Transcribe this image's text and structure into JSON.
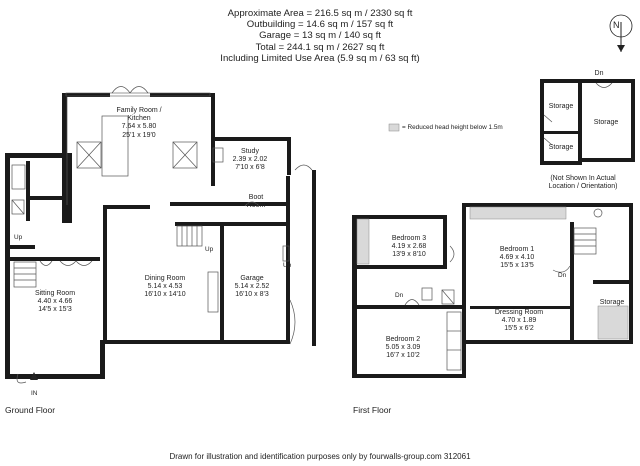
{
  "header": {
    "line1": "Approximate Area = 216.5 sq m / 2330 sq ft",
    "line2": "Outbuilding = 14.6 sq m / 157 sq ft",
    "line3": "Garage = 13 sq m / 140 sq ft",
    "line4": "Total = 244.1 sq m / 2627 sq ft",
    "line5": "Including Limited Use Area (5.9 sq m / 63 sq ft)"
  },
  "compass": {
    "label": "N",
    "icon": "north-arrow-icon"
  },
  "legend": {
    "text": "= Reduced head height below 1.5m"
  },
  "outbuilding": {
    "storage_a": "Storage",
    "storage_b": "Storage",
    "storage_c": "Storage",
    "dn": "Dn",
    "note1": "(Not Shown In Actual",
    "note2": "Location / Orientation)"
  },
  "ground_floor": {
    "label": "Ground Floor",
    "family": {
      "name1": "Family Room /",
      "name2": "Kitchen",
      "m": "7.64 x 5.80",
      "ft": "25'1 x 19'0"
    },
    "study": {
      "name": "Study",
      "m": "2.39 x 2.02",
      "ft": "7'10 x 6'8"
    },
    "boot": {
      "name1": "Boot",
      "name2": "Room"
    },
    "dining": {
      "name": "Dining Room",
      "m": "5.14 x 4.53",
      "ft": "16'10 x 14'10"
    },
    "garage": {
      "name": "Garage",
      "m": "5.14 x 2.52",
      "ft": "16'10 x 8'3"
    },
    "sitting": {
      "name": "Sitting Room",
      "m": "4.40 x 4.66",
      "ft": "14'5 x 15'3"
    },
    "up1": "Up",
    "up2": "Up",
    "up3": "Up",
    "entry": "IN"
  },
  "first_floor": {
    "label": "First Floor",
    "bed3": {
      "name": "Bedroom 3",
      "m": "4.19 x 2.68",
      "ft": "13'9 x 8'10"
    },
    "bed1": {
      "name": "Bedroom 1",
      "m": "4.69 x 4.10",
      "ft": "15'5 x 13'5"
    },
    "dressing": {
      "name": "Dressing Room",
      "m": "4.70 x 1.89",
      "ft": "15'5 x 6'2"
    },
    "bed2": {
      "name": "Bedroom 2",
      "m": "5.05 x 3.09",
      "ft": "16'7 x 10'2"
    },
    "storage": "Storage",
    "dn1": "Dn",
    "dn2": "Dn"
  },
  "footer": {
    "text": "Drawn for illustration and identification purposes only by fourwalls-group.com 312061"
  }
}
